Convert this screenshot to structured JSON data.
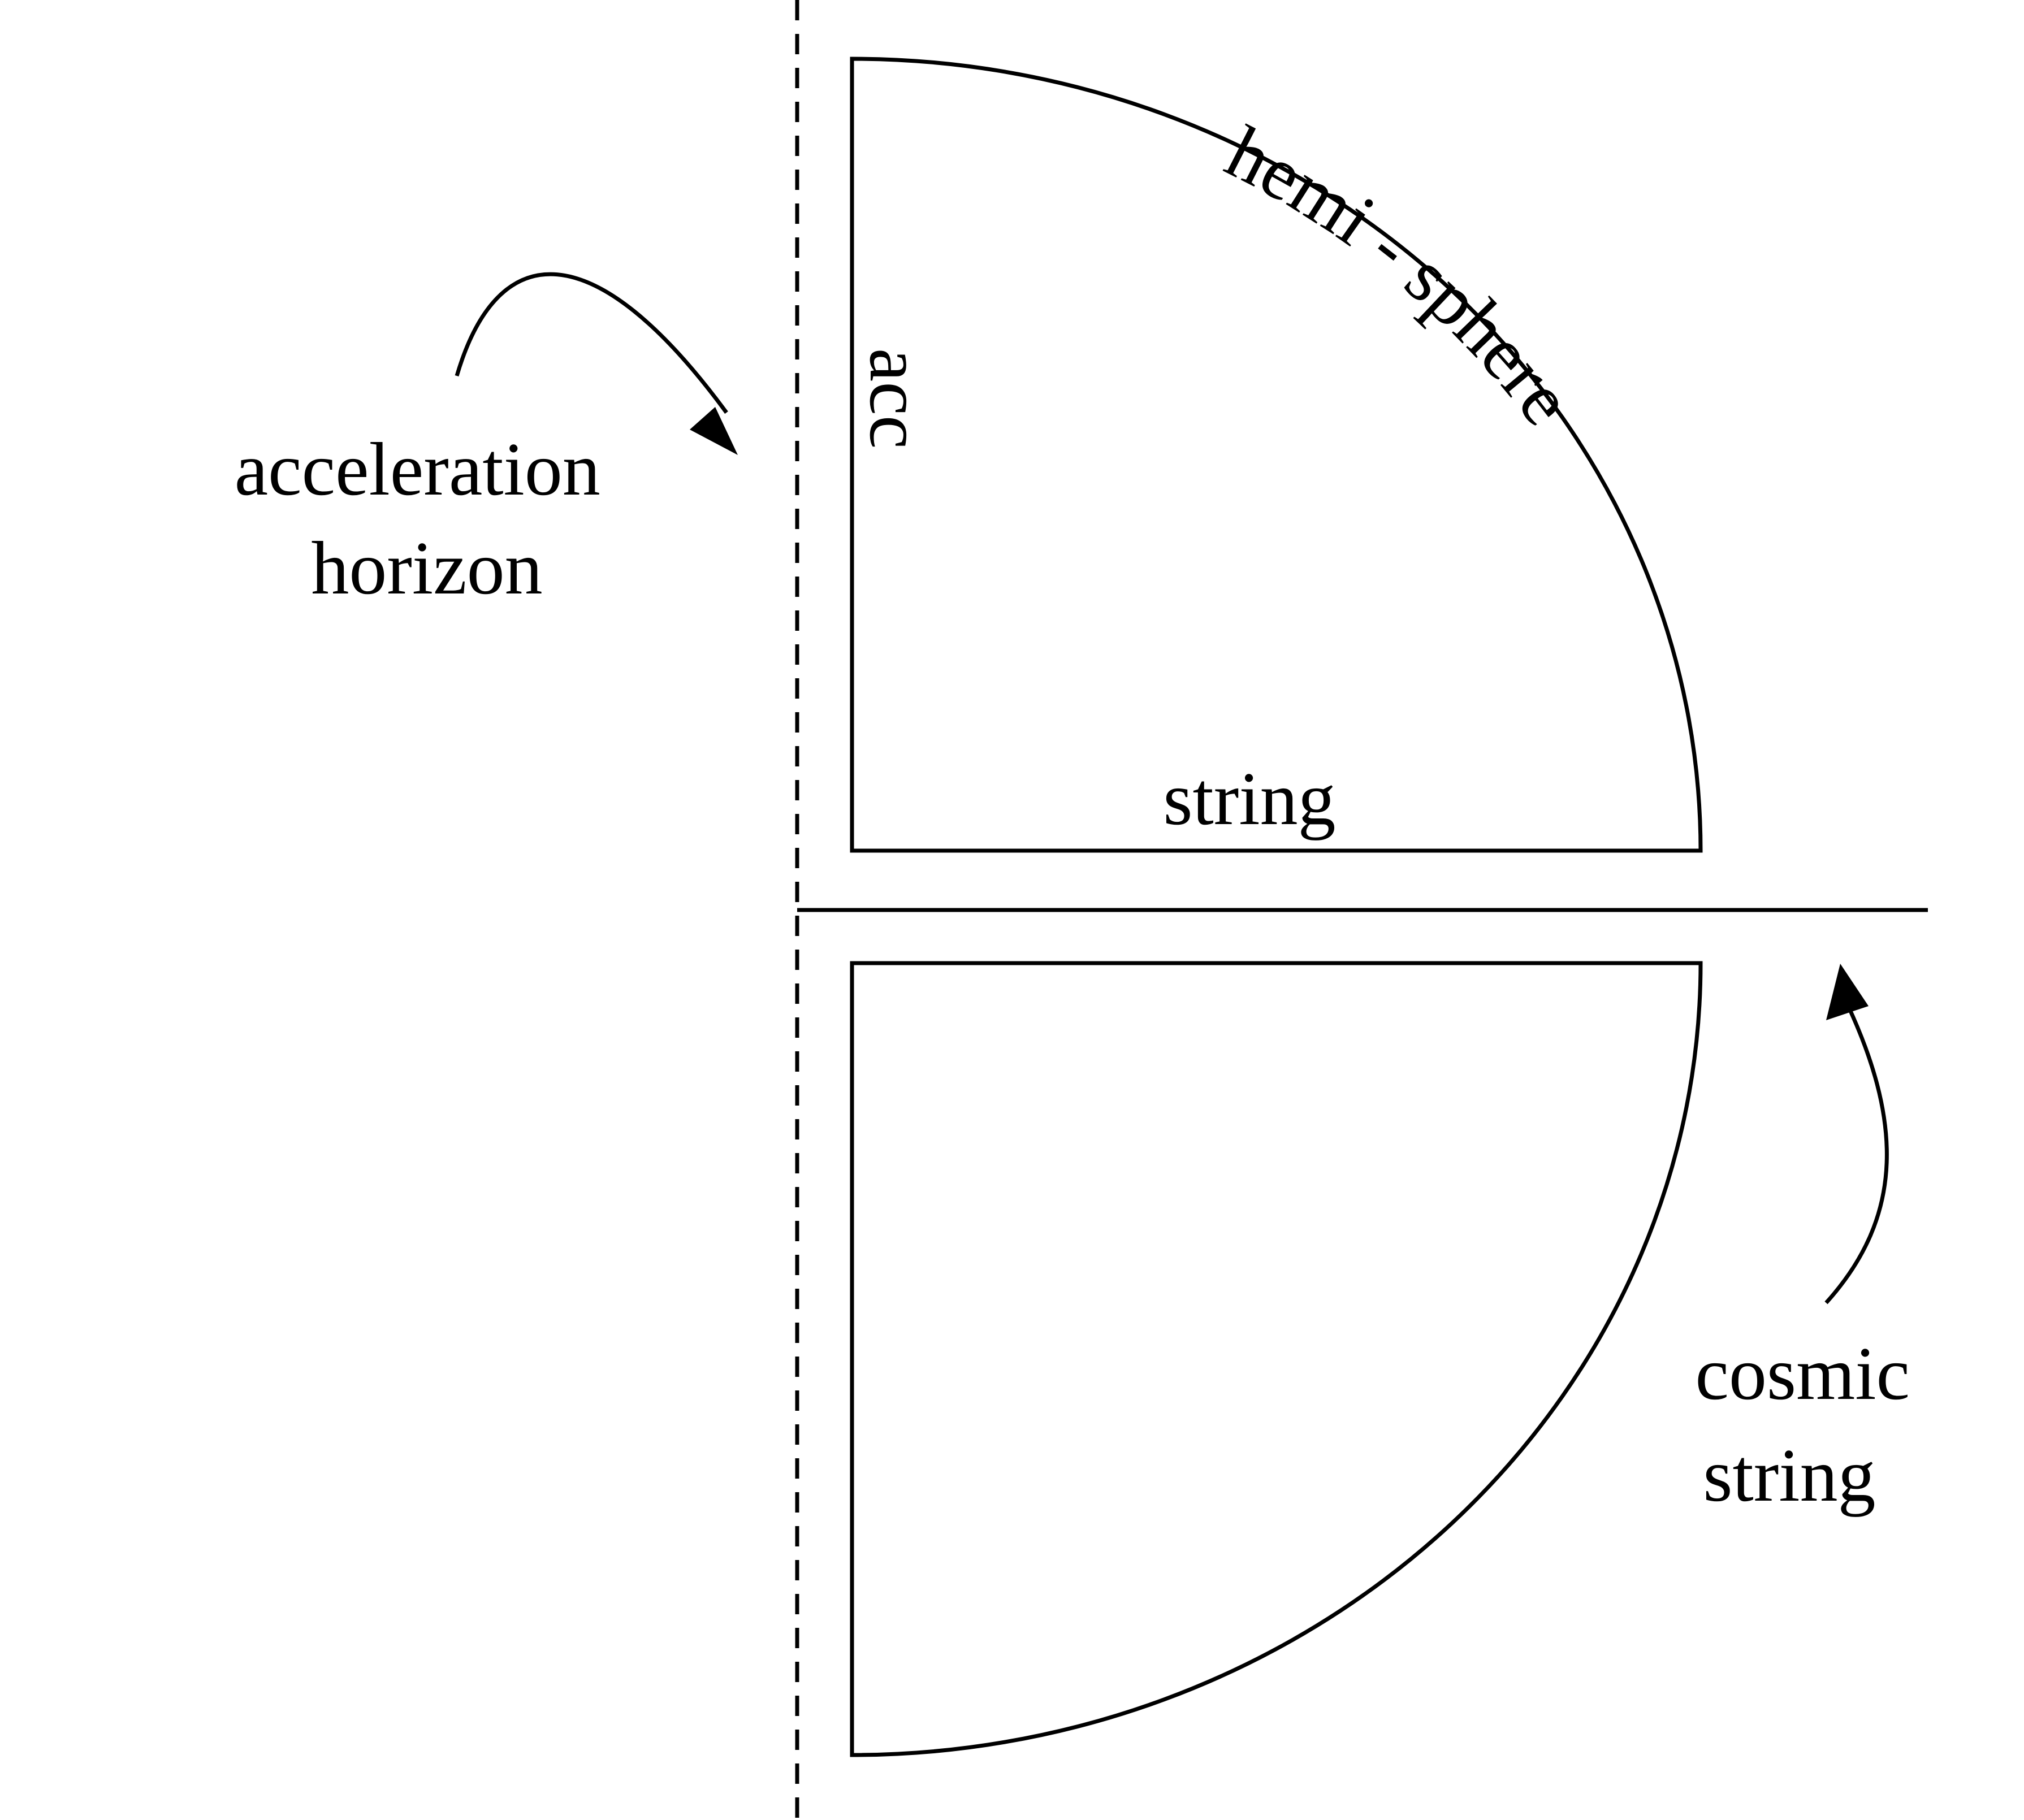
{
  "labels": {
    "acceleration_horizon": [
      "acceleration",
      "horizon"
    ],
    "cosmic_string": [
      "cosmic",
      "string"
    ],
    "acc": "acc",
    "hemi_sphere": "hemi - sphere",
    "string": "string"
  },
  "colors": {
    "line": "#000000",
    "background": "#ffffff"
  }
}
